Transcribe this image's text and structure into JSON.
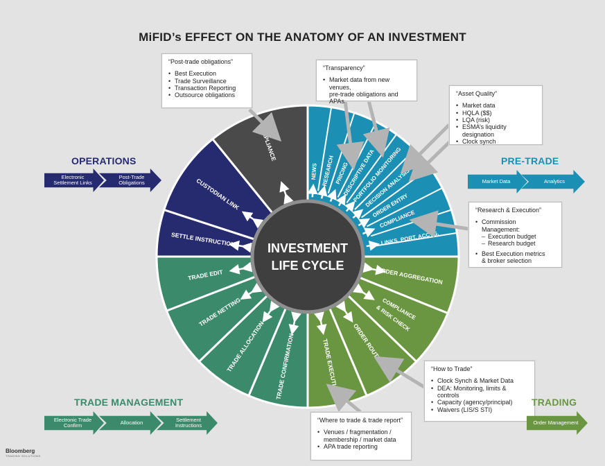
{
  "title": "MiFID’s EFFECT ON THE ANATOMY OF AN INVESTMENT",
  "center": {
    "line1": "INVESTMENT",
    "line2": "LIFE CYCLE"
  },
  "colors": {
    "compliance_dark": "#4a4a4a",
    "operations": "#262a6e",
    "pre_trade": "#1b8fb4",
    "trading": "#6b9641",
    "trade_management": "#3b8a6c",
    "center": "#3f3f3f"
  },
  "segments": {
    "compliance_top": "COMPLIANCE",
    "custodian_link": "CUSTODIAN LINK",
    "settle_instructions": "SETTLE INSTRUCTIONS",
    "news": "NEWS",
    "research": "RESEARCH",
    "pricing": "PRICING",
    "descriptive_data": "DESCRIPTIVE DATA",
    "portfolio_monitoring": "PORTFOLIO MONITORING",
    "decision_analysis": "DECISION ANALYSIS",
    "order_entry": "ORDER ENTRY",
    "compliance_pretrade": "COMPLIANCE",
    "links_port_acctg": "LINKS, PORT. ACCTG.",
    "order_aggregation": "ORDER AGGREGATION",
    "compliance_risk_line1": "COMPLIANCE",
    "compliance_risk_line2": "& RISK CHECK",
    "order_routing": "ORDER ROUTING",
    "trade_execution": "TRADE EXECUTION",
    "trade_confirmation": "TRADE CONFIRMATION",
    "trade_allocation": "TRADE ALLOCATION",
    "trade_netting": "TRADE NETTING",
    "trade_edit": "TRADE EDIT"
  },
  "callouts": {
    "post_trade": {
      "title": "“Post-trade obligations”",
      "items": [
        "Best Execution",
        "Trade Surveillance",
        "Transaction Reporting",
        "Outsource obligations"
      ]
    },
    "transparency": {
      "title": "“Transparency”",
      "items": [
        "Market data from new venues,",
        "pre-trade obligations and APAs"
      ]
    },
    "asset_quality": {
      "title": "“Asset Quality”",
      "items": [
        "Market data",
        "HQLA ($$)",
        "LQA (risk)",
        "ESMA’s liquidity designation",
        "Clock synch"
      ]
    },
    "research_execution": {
      "title": "“Research & Execution”",
      "items": [
        "Commission Management:",
        "Execution budget",
        "Research budget",
        "Best Execution metrics",
        "& broker selection"
      ]
    },
    "how_to_trade": {
      "title": "“How to Trade”",
      "items": [
        "Clock Synch & Market Data",
        "DEA: Monitoring, limits &",
        "controls",
        "Capacity (agency/principal)",
        "Waivers (LIS/S STI)"
      ]
    },
    "where_to_trade": {
      "title": "“Where to trade & trade report”",
      "items": [
        "Venues / fragmentation /",
        "membership / market data",
        "APA trade reporting"
      ]
    }
  },
  "sections": {
    "operations": {
      "title": "OPERATIONS",
      "arrows": [
        "Electronic Settlement Links",
        "Post-Trade Obligations"
      ]
    },
    "pre_trade": {
      "title": "PRE-TRADE",
      "arrows": [
        "Market Data",
        "Analytics"
      ]
    },
    "trade_management": {
      "title": "TRADE MANAGEMENT",
      "arrows": [
        "Electronic Trade Confirm",
        "Allocation",
        "Settlement Instructions"
      ]
    },
    "trading": {
      "title": "TRADING",
      "arrows": [
        "Order Management"
      ]
    }
  },
  "logo": {
    "name": "Bloomberg",
    "tagline": "TRADING SOLUTIONS"
  }
}
